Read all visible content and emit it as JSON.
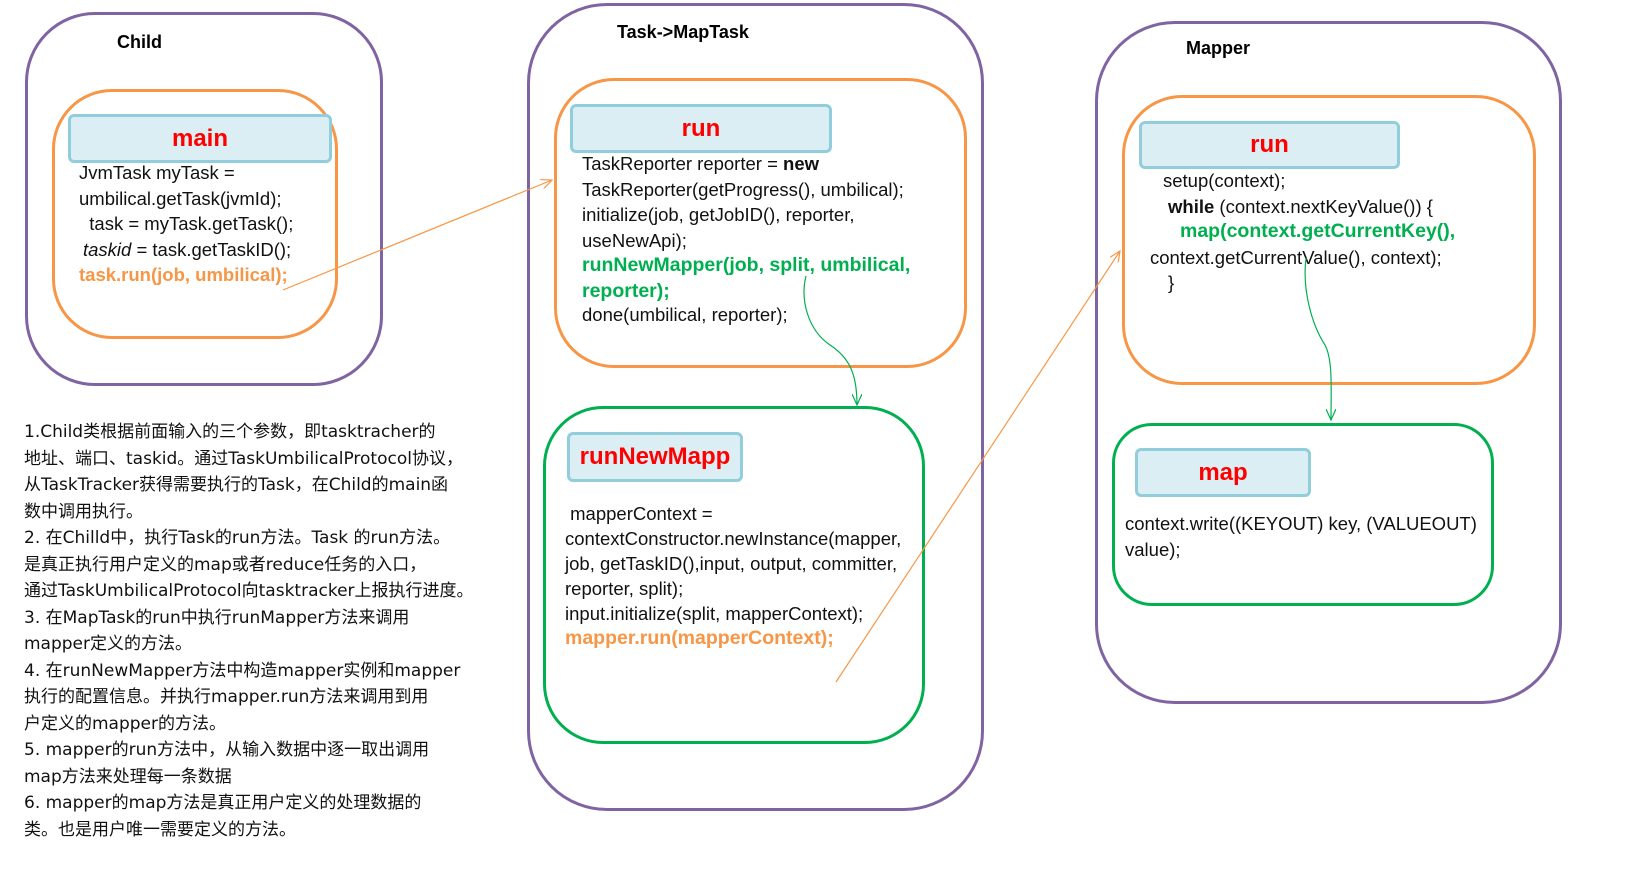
{
  "child": {
    "title": "Child",
    "main_label": "main",
    "code": [
      "JvmTask myTask =",
      "umbilical.getTask(jvmId);",
      "  task = myTask.getTask();",
      "taskid",
      " = task.getTaskID();",
      "task.run(job, umbilical);"
    ]
  },
  "maptask": {
    "title": "Task->MapTask",
    "run_label": "run",
    "run_code": [
      "TaskReporter reporter = ",
      "new",
      "TaskReporter(getProgress(), umbilical);",
      "initialize(job, getJobID(), reporter,",
      "useNewApi);",
      "runNewMapper(job, split, umbilical,",
      "reporter);",
      "done(umbilical, reporter);"
    ],
    "mapper_label": "runNewMapp",
    "mapper_code": [
      " mapperContext =",
      "contextConstructor.newInstance(mapper,",
      "job, getTaskID(),input, output, committer,",
      "reporter, split);",
      "input.initialize(split, mapperContext);",
      "mapper.run(mapperContext);"
    ]
  },
  "mapper": {
    "title": "Mapper",
    "run_label": "run",
    "run_code": [
      "setup(context);",
      "while",
      " (context.nextKeyValue()) {",
      "map(context.getCurrentKey(),",
      "context.getCurrentValue(), context);",
      "}"
    ],
    "map_label": "map",
    "map_code": [
      "context.write((KEYOUT) key, (VALUEOUT)",
      "value);"
    ]
  },
  "notes": [
    "1.Child类根据前面输入的三个参数，即tasktracher的",
    "地址、端口、taskid。通过TaskUmbilicalProtocol协议，",
    "从TaskTracker获得需要执行的Task，在Child的main函",
    "数中调用执行。",
    "2. 在Chilld中，执行Task的run方法。Task 的run方法。",
    "是真正执行用户定义的map或者reduce任务的入口，",
    "通过TaskUmbilicalProtocol向tasktracker上报执行进度。",
    "3. 在MapTask的run中执行runMapper方法来调用",
    "mapper定义的方法。",
    "4. 在runNewMapper方法中构造mapper实例和mapper",
    "执行的配置信息。并执行mapper.run方法来调用到用",
    "户定义的mapper的方法。",
    "5. mapper的run方法中，从输入数据中逐一取出调用",
    "map方法来处理每一条数据",
    "6. mapper的map方法是真正用户定义的处理数据的",
    "类。也是用户唯一需要定义的方法。"
  ],
  "colors": {
    "container_border": "#8064a2",
    "method_border": "#f79646",
    "callee_border": "#00b050",
    "pill_fill": "#dbeef3",
    "pill_border": "#92cddc",
    "label_red": "#ff0000",
    "call_orange": "#f79646",
    "call_green": "#00b050"
  }
}
